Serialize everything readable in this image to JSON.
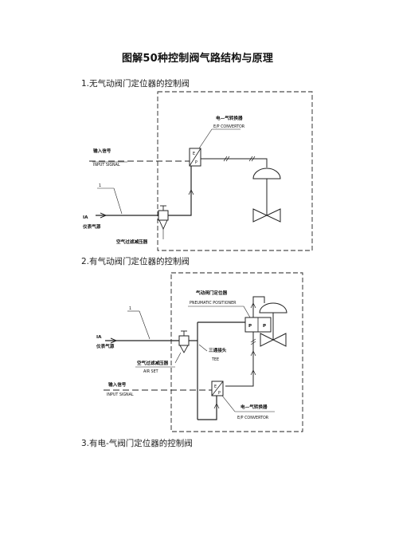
{
  "title": "图解50种控制阀气路结构与原理",
  "sections": [
    {
      "label": "1.无气动阀门定位器的控制阀"
    },
    {
      "label": "2.有气动阀门定位器的控制阀"
    },
    {
      "label": "3.有电-气阀门定位器的控制阀"
    }
  ],
  "diagram1": {
    "ep_cn": "电—气转换器",
    "ep_en": "E/P CONVERTOR",
    "input_cn": "输入信号",
    "input_en": "INPUT SIGNAL",
    "line_no": "1",
    "ia": "IA",
    "ia_cn": "仪表气源",
    "filter_cn": "空气过滤减压器",
    "box_e": "E",
    "box_p": "P"
  },
  "diagram2": {
    "positioner_cn": "气动阀门定位器",
    "positioner_en": "PNEUMATIC POSITIONER",
    "line_no": "1",
    "ia": "IA",
    "ia_cn": "仪表气源",
    "airset_cn": "空气过滤减压器",
    "airset_en": "AIR SET",
    "tee_cn": "三通接头",
    "tee_en": "TEE",
    "input_cn": "输入信号",
    "input_en": "INPUT SIGNAL",
    "ep_cn": "电—气转换器",
    "ep_en": "E/P CONVERTOR",
    "box_e": "E",
    "box_p": "P",
    "pos_p1": "P",
    "pos_p2": "P"
  }
}
